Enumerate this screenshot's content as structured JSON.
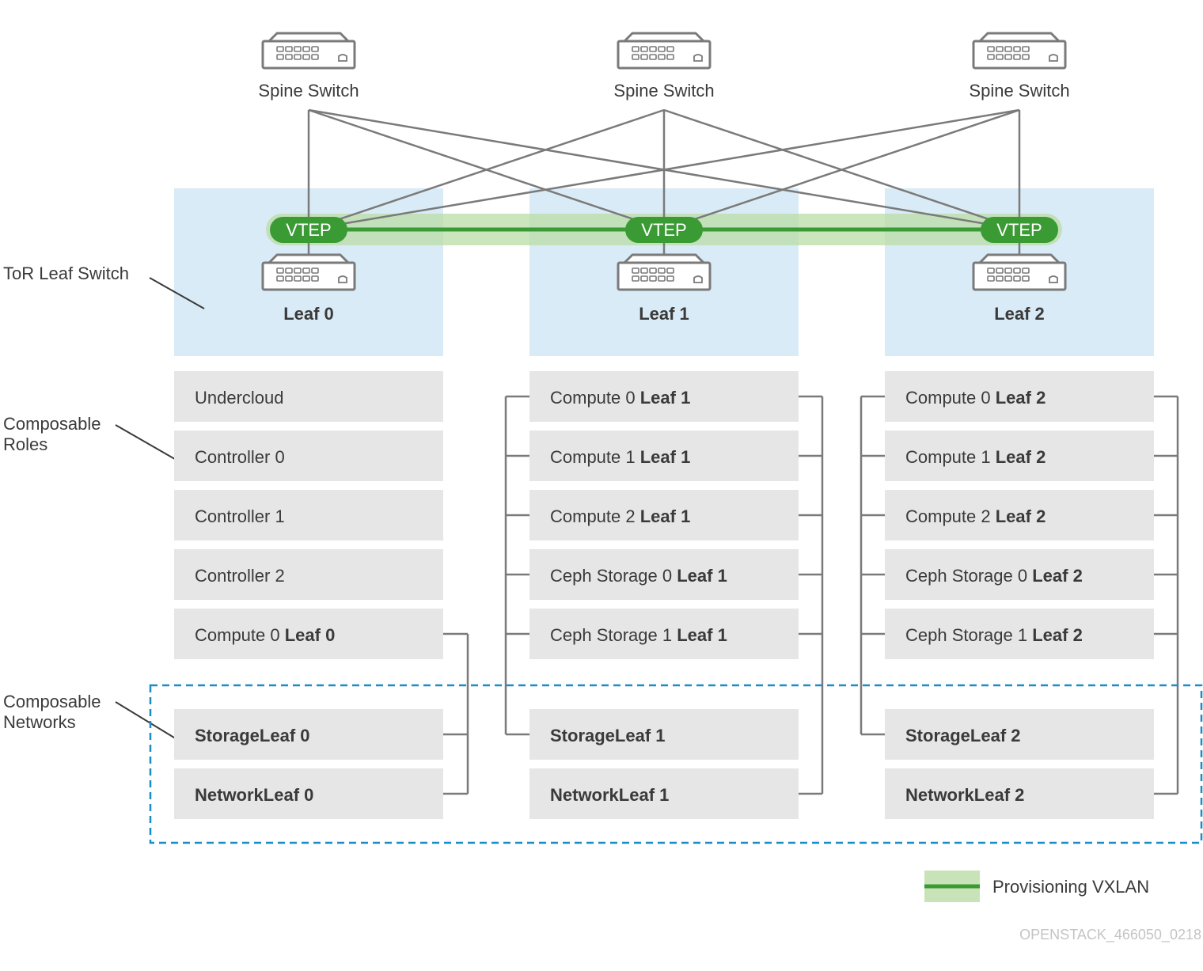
{
  "colors": {
    "zone_fill": "#d9ebf6",
    "row_fill": "#e6e6e6",
    "line_gray": "#7a7a7a",
    "vtep_green": "#3a9a34",
    "vxlan_band": "#c9e3b8",
    "dashed_blue": "#1a8cc7",
    "text": "#3a3a3a"
  },
  "spines": [
    {
      "label": "Spine Switch",
      "icon": "switch-icon"
    },
    {
      "label": "Spine Switch",
      "icon": "switch-icon"
    },
    {
      "label": "Spine Switch",
      "icon": "switch-icon"
    }
  ],
  "vtep_label": "VTEP",
  "leaves": [
    {
      "label": "Leaf 0"
    },
    {
      "label": "Leaf 1"
    },
    {
      "label": "Leaf 2"
    }
  ],
  "side_labels": {
    "tor": [
      "ToR Leaf Switch"
    ],
    "roles": [
      "Composable",
      "Roles"
    ],
    "networks": [
      "Composable",
      "Networks"
    ]
  },
  "columns": [
    {
      "roles": [
        {
          "text": "Undercloud",
          "bold": ""
        },
        {
          "text": "Controller 0",
          "bold": ""
        },
        {
          "text": "Controller 1",
          "bold": ""
        },
        {
          "text": "Controller 2",
          "bold": ""
        },
        {
          "text": "Compute 0 ",
          "bold": "Leaf 0"
        }
      ],
      "networks": [
        "StorageLeaf 0",
        "NetworkLeaf 0"
      ]
    },
    {
      "roles": [
        {
          "text": "Compute 0 ",
          "bold": "Leaf 1"
        },
        {
          "text": "Compute 1 ",
          "bold": "Leaf 1"
        },
        {
          "text": "Compute 2 ",
          "bold": "Leaf 1"
        },
        {
          "text": "Ceph Storage 0 ",
          "bold": "Leaf 1"
        },
        {
          "text": "Ceph Storage 1 ",
          "bold": "Leaf 1"
        }
      ],
      "networks": [
        "StorageLeaf 1",
        "NetworkLeaf 1"
      ]
    },
    {
      "roles": [
        {
          "text": "Compute 0 ",
          "bold": "Leaf 2"
        },
        {
          "text": "Compute 1 ",
          "bold": "Leaf 2"
        },
        {
          "text": "Compute 2 ",
          "bold": "Leaf 2"
        },
        {
          "text": "Ceph Storage 0 ",
          "bold": "Leaf 2"
        },
        {
          "text": "Ceph Storage 1 ",
          "bold": "Leaf 2"
        }
      ],
      "networks": [
        "StorageLeaf 2",
        "NetworkLeaf 2"
      ]
    }
  ],
  "legend": {
    "label": "Provisioning VXLAN"
  },
  "footer": "OPENSTACK_466050_0218"
}
